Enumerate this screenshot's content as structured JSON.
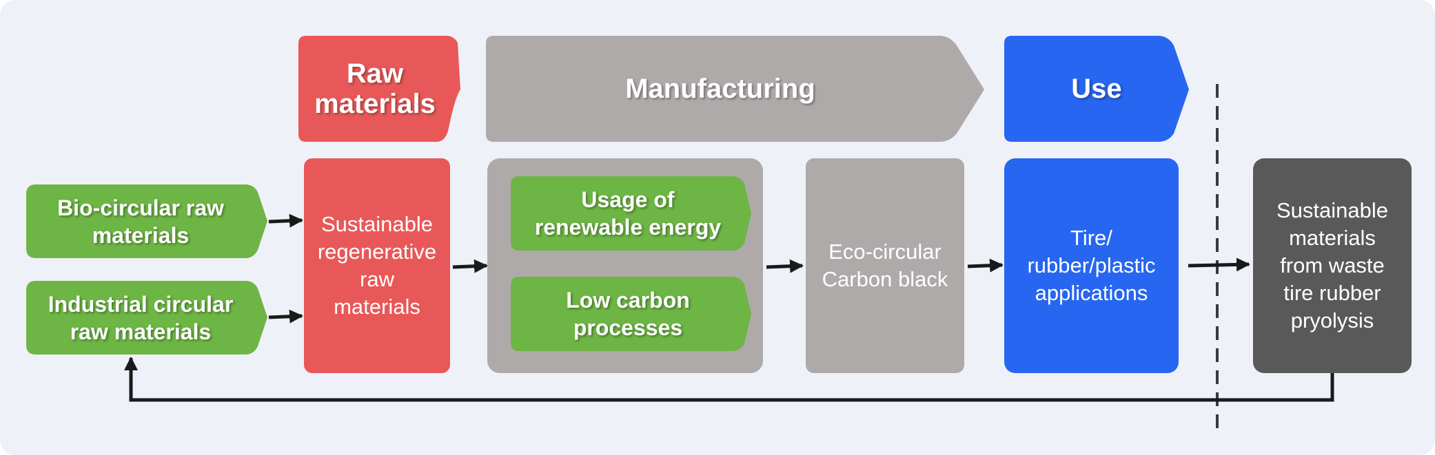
{
  "stages": {
    "raw_materials": "Raw\nmaterials",
    "manufacturing": "Manufacturing",
    "use": "Use"
  },
  "inputs": {
    "bio_circular": "Bio-circular raw\nmaterials",
    "industrial_circular": "Industrial circular\nraw materials"
  },
  "boxes": {
    "sustainable_raw": "Sustainable\nregenerative\nraw\nmaterials",
    "renewable_energy": "Usage of\nrenewable energy",
    "low_carbon": "Low carbon\nprocesses",
    "eco_carbon_black": "Eco-circular\nCarbon black",
    "applications": "Tire/\nrubber/plastic\napplications",
    "pyrolysis_output": "Sustainable\nmaterials\nfrom waste\ntire rubber\npryolysis"
  },
  "colors": {
    "red": "#e95858",
    "gray": "#aeaaa9",
    "blue": "#2766f0",
    "green": "#6db544",
    "dark": "#595959",
    "background": "#eef1f8",
    "arrow": "#1a1a1a"
  }
}
